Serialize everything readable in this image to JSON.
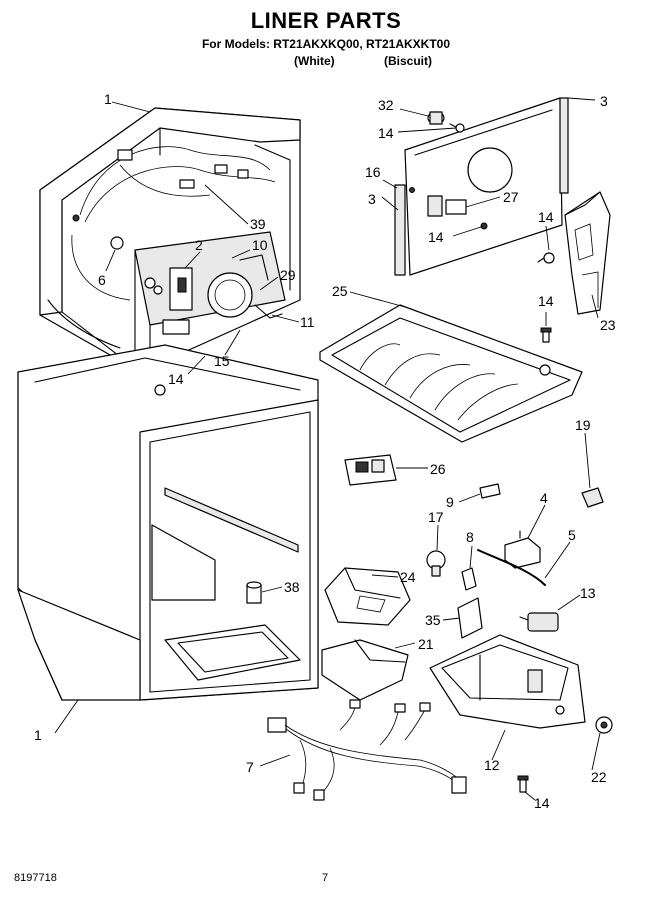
{
  "header": {
    "title": "LINER PARTS",
    "models": "For Models: RT21AKXKQ00, RT21AKXKT00",
    "variant_1": "(White)",
    "variant_2": "(Biscuit)"
  },
  "footer": {
    "doc_number": "8197718",
    "page_number": "7"
  },
  "callouts": {
    "c1_top": "1",
    "c1_bottom": "1",
    "c2": "2",
    "c3_top": "3",
    "c3_mid": "3",
    "c4": "4",
    "c5": "5",
    "c6": "6",
    "c7": "7",
    "c8": "8",
    "c9": "9",
    "c10": "10",
    "c11": "11",
    "c12": "12",
    "c13": "13",
    "c14_a": "14",
    "c14_b": "14",
    "c14_c": "14",
    "c14_d": "14",
    "c14_e": "14",
    "c14_f": "14",
    "c15": "15",
    "c16": "16",
    "c17": "17",
    "c19": "19",
    "c21": "21",
    "c22": "22",
    "c23": "23",
    "c24": "24",
    "c25": "25",
    "c26": "26",
    "c27": "27",
    "c29": "29",
    "c32": "32",
    "c35": "35",
    "c38": "38",
    "c39": "39"
  }
}
